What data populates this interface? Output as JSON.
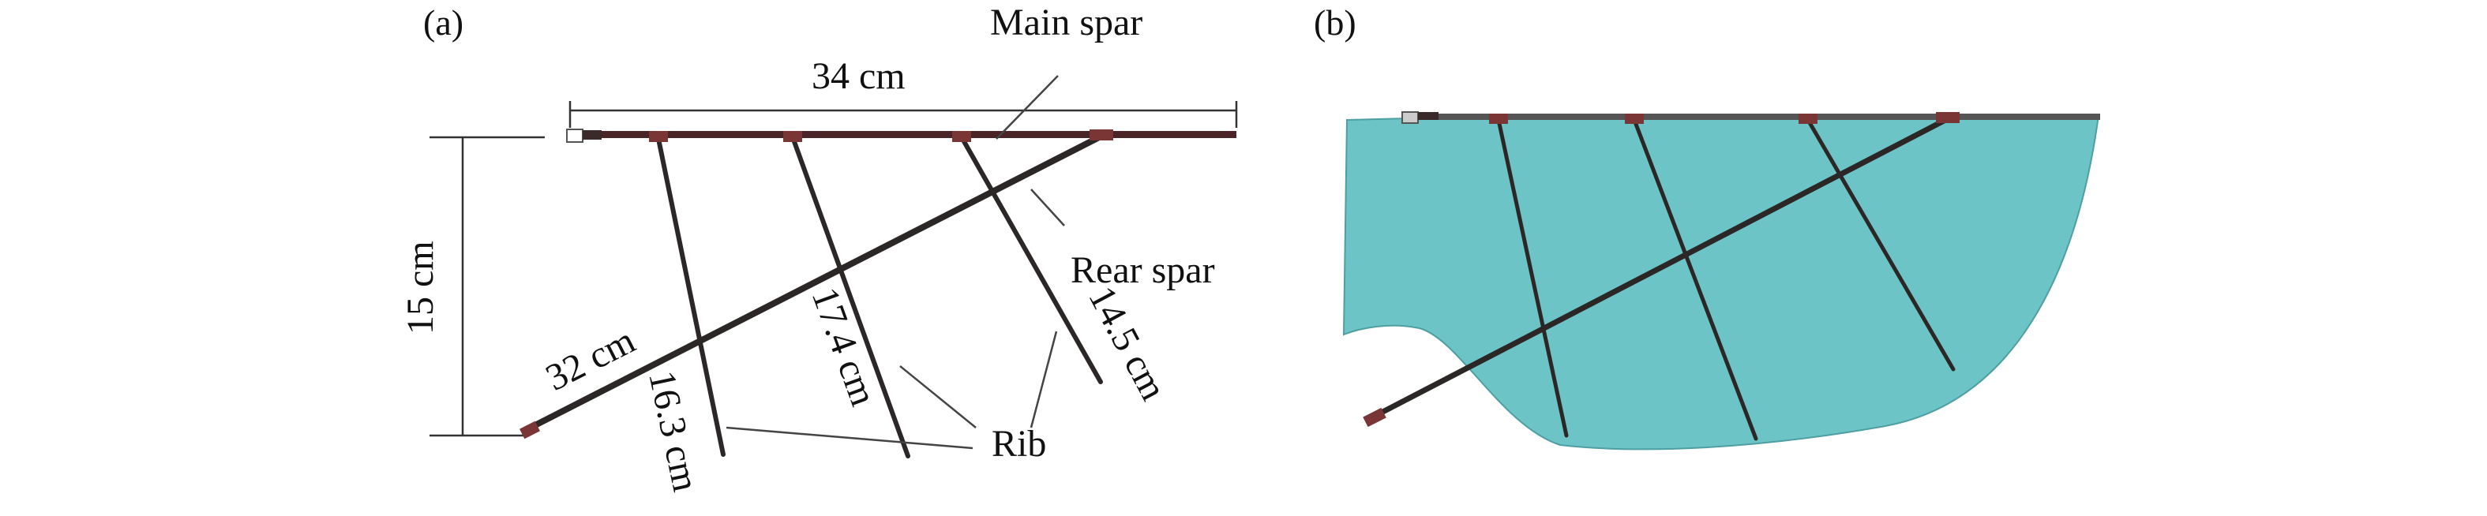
{
  "panel_a": {
    "label": "(a)",
    "dim_span": "34 cm",
    "dim_height": "15 cm",
    "dim_rear_spar": "32 cm",
    "dim_rib1": "16.3 cm",
    "dim_rib2": "17.4 cm",
    "dim_rib3": "14.5 cm",
    "callout_main_spar": "Main spar",
    "callout_rear_spar": "Rear spar",
    "callout_rib": "Rib"
  },
  "panel_b": {
    "label": "(b)"
  },
  "colors": {
    "spar": "#4a2426",
    "rod": "#2c2727",
    "joint": "#7a3535",
    "membrane": "#6dc4c6",
    "membrane_edge": "#4d9fa2",
    "line": "#333333"
  }
}
